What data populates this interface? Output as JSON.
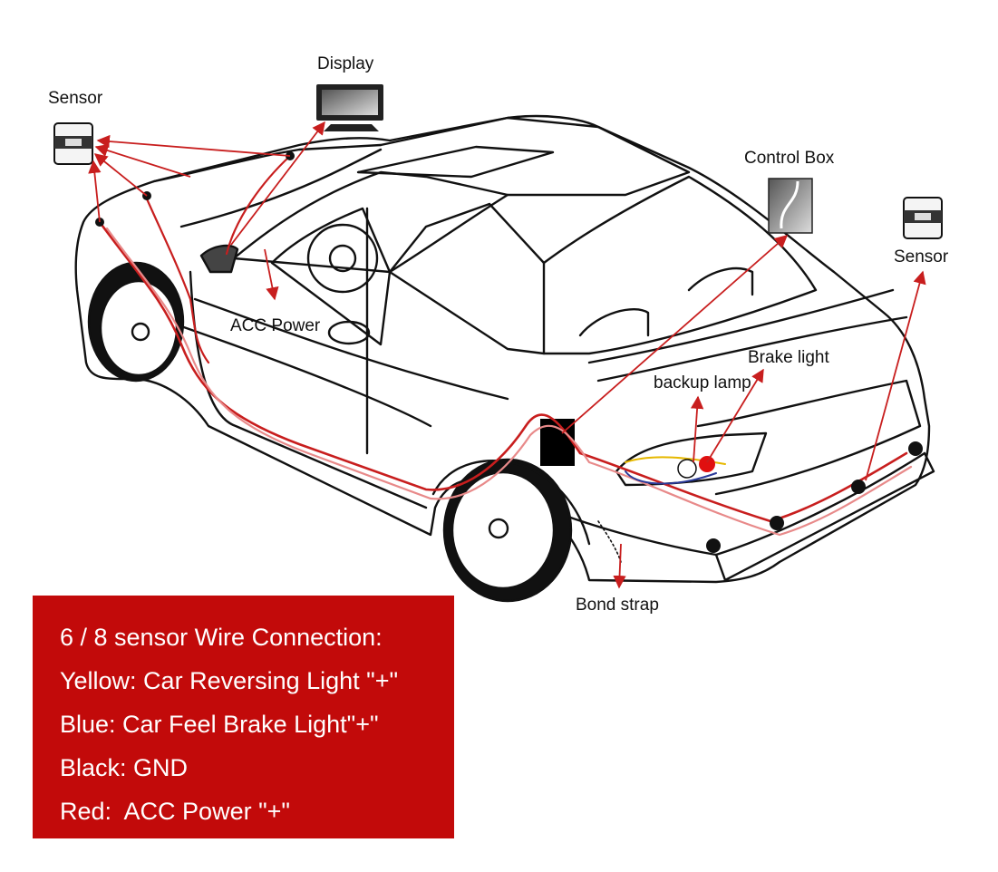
{
  "labels": {
    "sensor_front": "Sensor",
    "display": "Display",
    "control_box": "Control Box",
    "sensor_rear": "Sensor",
    "acc_power": "ACC Power",
    "brake_light": "Brake light",
    "backup_lamp": "backup lamp",
    "bond_strap": "Bond strap"
  },
  "info_box": {
    "title": "6 / 8 sensor Wire Connection:",
    "lines": [
      "Yellow: Car Reversing Light \"+\"",
      "Blue: Car Feel Brake Light\"+\"",
      "Black: GND",
      "Red:  ACC Power \"+\""
    ]
  },
  "colors": {
    "wire": "#c81e1e",
    "wire_light": "#e88a8a",
    "info_box_bg": "#c20a0a",
    "info_box_text": "#ffffff",
    "outline": "#111111",
    "brake_lamp": "#e01010",
    "yellow_wire": "#e6b800",
    "blue_wire": "#2a3a9a"
  }
}
